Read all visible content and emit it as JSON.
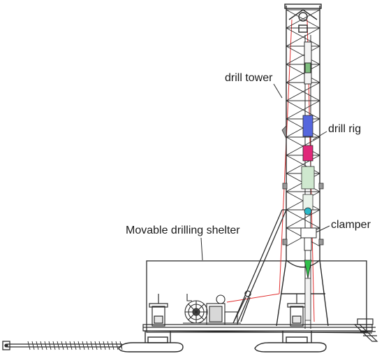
{
  "labels": {
    "drill_tower": "drill tower",
    "drill_rig": "drill rig",
    "clamper": "clamper",
    "shelter": "Movable drilling shelter"
  },
  "colors": {
    "line": "#2b2b2b",
    "rope": "#e03030",
    "rig_blue": "#5566dd",
    "rig_magenta": "#e0287a",
    "rig_green": "#2fbf4a",
    "rig_cyan": "#2ab8c8",
    "component_green": "#7fbf7f"
  }
}
